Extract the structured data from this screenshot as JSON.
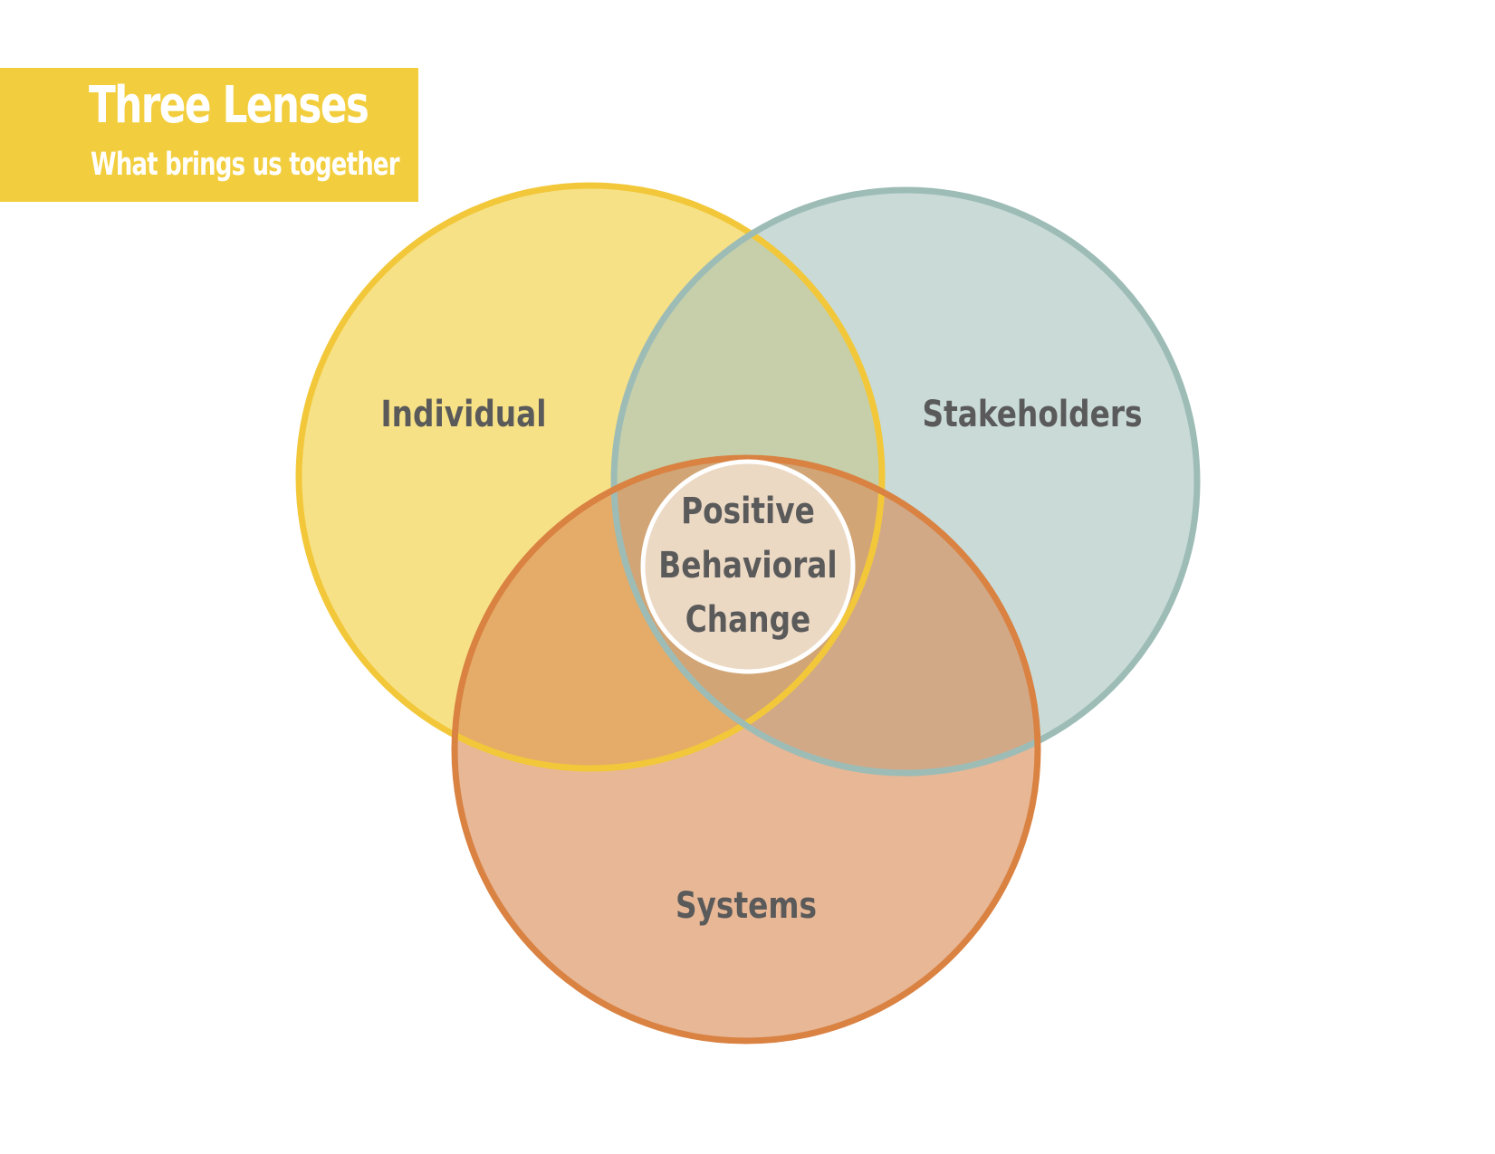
{
  "header": {
    "title": "Three Lenses",
    "subtitle": "What brings us together"
  },
  "diagram": {
    "circles": [
      {
        "label": "Individual",
        "fill": "#f2ce3e",
        "stroke": "#f2c83a"
      },
      {
        "label": "Stakeholders",
        "fill": "#a8c4be",
        "stroke": "#9dbcb6"
      },
      {
        "label": "Systems",
        "fill": "#d98a55",
        "stroke": "#d98242"
      }
    ],
    "center": {
      "lines": [
        "Positive",
        "Behavioral",
        "Change"
      ],
      "fill": "#ecd9c4",
      "stroke": "#ffffff"
    }
  }
}
